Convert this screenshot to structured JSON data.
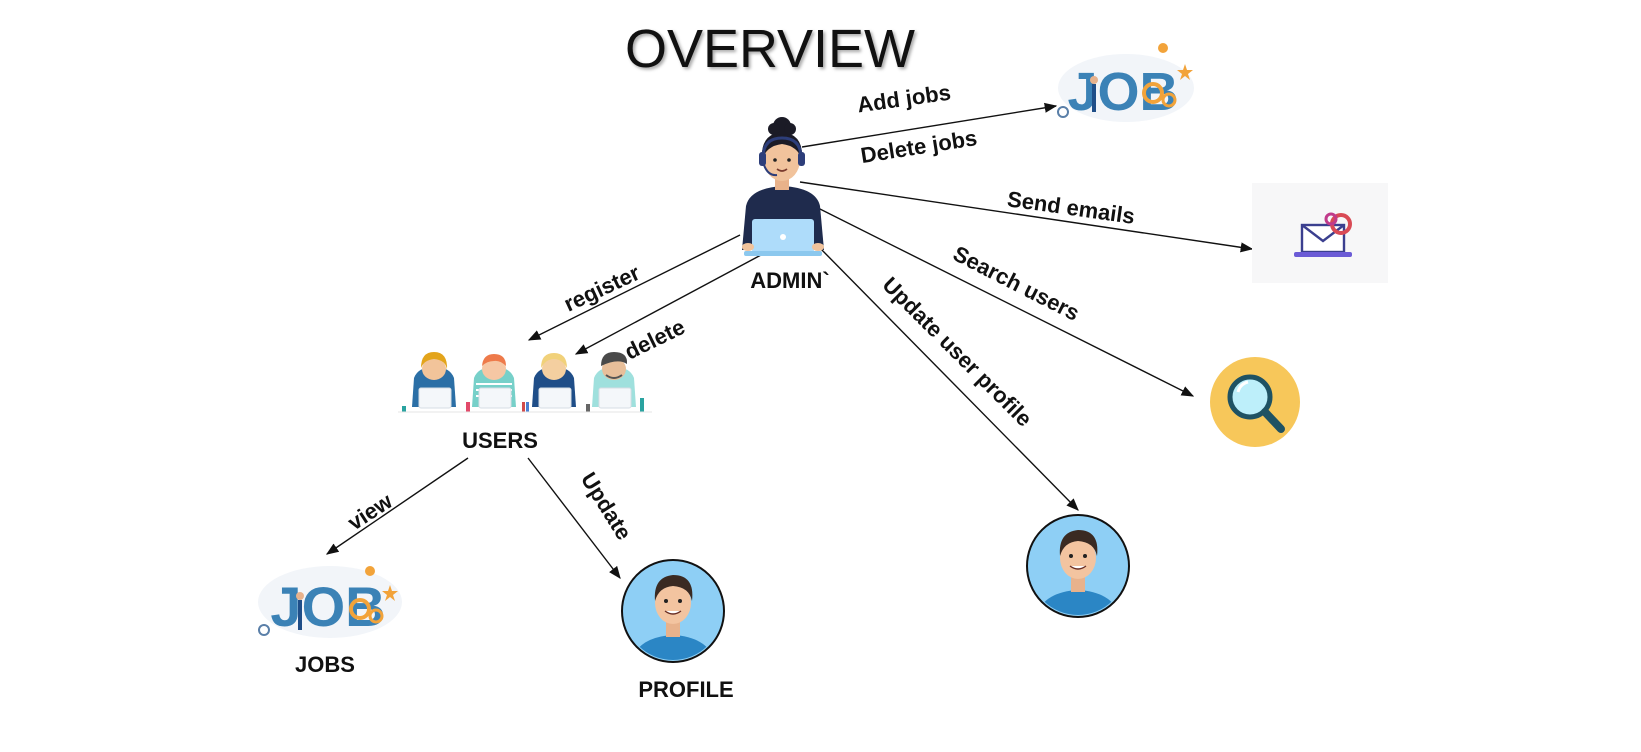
{
  "title": "OVERVIEW",
  "nodes": {
    "admin": "ADMIN`",
    "users": "USERS",
    "jobs": "JOBS",
    "profile": "PROFILE",
    "job_logo_top": "JOB",
    "job_logo_bottom": "JOB"
  },
  "edges": {
    "add_jobs": "Add jobs",
    "delete_jobs": "Delete jobs",
    "send_emails": "Send emails",
    "search_users": "Search users",
    "update_user_profile": "Update user profile",
    "register": "register",
    "delete": "delete",
    "view": "view",
    "update": "Update"
  },
  "colors": {
    "circle_blue": "#8ecff5",
    "search_yellow": "#f7c75a",
    "shirt_blue": "#2b86c5",
    "job_blue": "#3b82b6",
    "job_orange": "#f2a33a"
  }
}
